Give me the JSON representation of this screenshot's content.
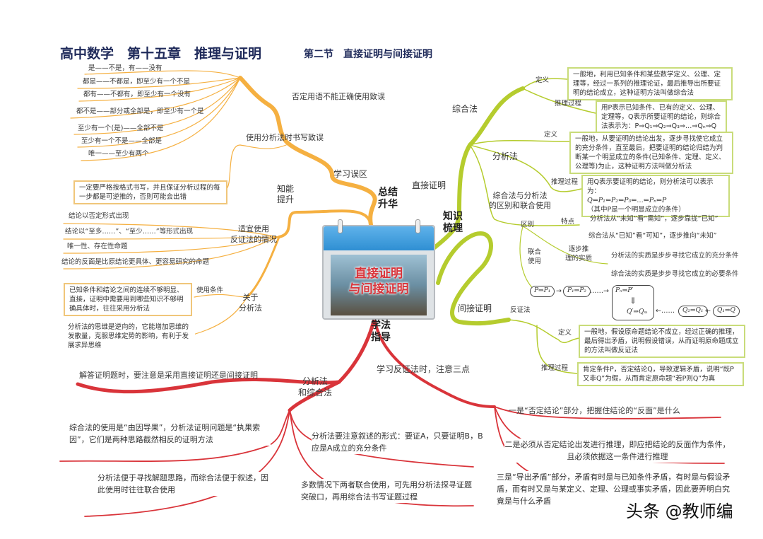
{
  "title": {
    "main": "高中数学　第十五章　推理与证明",
    "section": "第二节　直接证明与间接证明"
  },
  "center": {
    "label": "直接证明\n与间接证明",
    "line1": "直接证明",
    "line2": "与间接证明"
  },
  "branches": {
    "summary": "总结\n升华",
    "knowledge": "知识\n梳理",
    "method": "学法\n指导",
    "ability": "知能\n提升"
  },
  "left_top": {
    "error_zone": "学习误区",
    "negation_error": "否定用语不能正确使用致误",
    "negation_items": [
      "是——不是，有——没有",
      "都是——不都是，即至少有一个不是",
      "都有——不都有，即至少有一个没有",
      "都不是——部分或全部是，即至少有一个是",
      "至少有一个(是)——全部不是",
      "至少有一个不是——全部是",
      "唯一——至少有两个"
    ],
    "analysis_error": "使用分析法时书写致误",
    "analysis_error_note": "一定要严格按格式书写，并且保证分析过程的每一步都是可逆推的，否则可能会出错"
  },
  "left_mid": {
    "contradiction_cases": "适宜使用\n反证法的情况",
    "cases": [
      "结论以否定形式出现",
      "结论以“至多……”、“至少……”等形式出现",
      "唯一性、存在性命题",
      "结论的反面是比原结论更具体、更容易研究的命题"
    ],
    "about_analysis": "关于\n分析法",
    "use_condition": "使用条件",
    "use_condition_note": "已知条件和结论之间的连续不够明显、直接，证明中需要用到哪些知识不够明确具体时，往往采用分析法",
    "thinking_note": "分析法的思维是逆向的，它能增加思维的发散量，克服思维定势的影响，有利于发展求异思维"
  },
  "right": {
    "direct": "直接证明",
    "synthesis": "综合法",
    "definition": "定义",
    "process": "推理过程",
    "synthesis_def": "一般地，利用已知条件和某些数学定义、公理、定理等，经过一系列的推理论证，最后推导出所要证明的结论成立，这种证明方法叫做综合法",
    "synthesis_proc": "用P表示已知条件、已有的定义、公理、定理等，Q表示所要证明的结论，则综合法表示为：P⇒Q₁⇒Q₂⇒Q₃⇒…⇒Qₙ⇒Q",
    "analysis": "分析法",
    "analysis_def": "一般地，从要证明的结论出发，逐步寻找使它成立的充分条件，直至最后，把要证明的结论归结为判断某一个明显成立的条件(已知条件、定理、定义、公理等)为止，这种证明方法叫做分析法",
    "analysis_proc_1": "用Q表示要证明的结论，则分析法可以表示为：",
    "analysis_proc_2": "Q⇐P₁⇐P₂⇐P₃⇐…⇐Pₙ⇐P",
    "analysis_proc_3": "（其中P是一个明显成立的条件）",
    "compare": "综合法与分析法\n的区别和联合使用",
    "difference": "区别",
    "feature": "特点",
    "feature_items": [
      "分析法从“未知”看“需知”，逐步靠拢“已知”",
      "综合法从“已知”看“可知”，逐步推向“未知”"
    ],
    "joint": "联合\n使用",
    "essence": "逐步推\n理的实质",
    "essence_items": [
      "分析法的实质是步步寻找它成立的充分条件",
      "综合法的实质是步步寻找它成立的必要条件"
    ],
    "flow": {
      "p1": "P⇒P₁",
      "p2": "P₁⇒P₂",
      "dots": "……→",
      "pn": "Pₙ⇒P′",
      "down": "⇓",
      "qm": "Q′⇒Qₘ",
      "dots2": "←……",
      "q2": "Q₂⇒Q₁",
      "q1": "Q₁⇒Q"
    },
    "indirect": "间接证明",
    "contradiction": "反证法",
    "contra_def": "一般地，假设原命题结论不成立，经过正确的推理，最后得出矛盾，说明假设错误，从而证明原命题成立的方法叫做反证法",
    "contra_proc": "肯定条件P，否定结论Q，导致逻辑矛盾，说明“既P又非Q”为假，从而肯定原命题“若P则Q”为真"
  },
  "bottom": {
    "choose_note": "解答证明题时，要注意是采用直接证明还是间接证明",
    "analysis_synthesis": "分析法\n和综合法",
    "notes": [
      "综合法的使用是“由因导果”，分析法证明问题是“执果索因”，它们是两种思路截然相反的证明方法",
      "分析法便于寻找解题思路，而综合法便于叙述，因此使用时往往联合使用",
      "分析法要注意叙述的形式：要证A，只要证明B，B应是A成立的充分条件",
      "多数情况下两者联合使用，可先用分析法探寻证题 突破口，再用综合法书写证题过程"
    ],
    "three_points": "学习反证法时，注意三点",
    "points": [
      "一是“否定结论”部分，把握住结论的“反面”是什么",
      "二是必须从否定结论出发进行推理，即应把结论的反面作为条件，且必须依据这一条件进行推理",
      "三是“导出矛盾”部分，矛盾有时是与已知条件矛盾，有时是与假设矛盾，而有时又是与某定义、定理、公理或事实矛盾，因此要弄明白究竟是与什么矛盾"
    ]
  },
  "watermark": "头条 @教师编",
  "colors": {
    "orange": "#f5b041",
    "green": "#b5cc2e",
    "red": "#d9343a",
    "title": "#1f2a5a",
    "calendar": "#3a9ad9"
  }
}
